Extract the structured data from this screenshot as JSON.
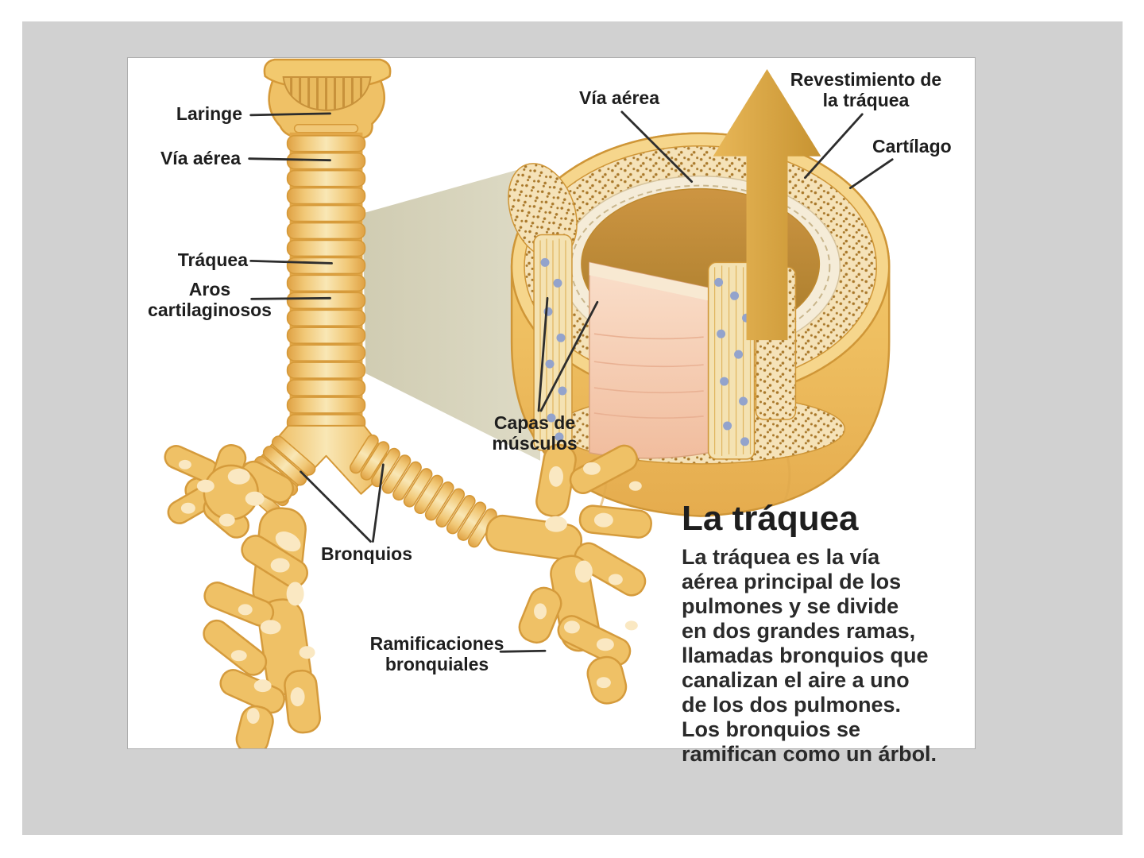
{
  "colors": {
    "slide_bg": "#d1d1d1",
    "label_text": "#1e1e1e",
    "body_text": "#2a2a2a",
    "gold": "#efc166",
    "gold_dark": "#d59938",
    "cream_hole": "#fae8c2",
    "cartilage_stipple_bg": "#f5e2b8",
    "cartilage_stipple_dot": "#a9782a",
    "muscle_pink": "#f5cfb4",
    "muscle_blue_dot": "#93a3cc",
    "lumen_brown": "#c08834",
    "zoom_wedge": "#d5d1b8",
    "leader_line": "#2d2d2d"
  },
  "diagram": {
    "labels": {
      "laringe": "Laringe",
      "via_aerea_left": "Vía aérea",
      "traquea": "Tráquea",
      "aros_cartilaginosos": "Aros cartilaginosos",
      "bronquios": "Bronquios",
      "ramificaciones_bronquiales": "Ramificaciones bronquiales",
      "via_aerea_right": "Vía aérea",
      "revestimiento": "Revestimiento de la tráquea",
      "cartilago": "Cartílago",
      "capas_de_musculos": "Capas de músculos"
    }
  },
  "info": {
    "title": "La tráquea",
    "body_lines": [
      "La tráquea es la vía",
      "aérea principal de los",
      "pulmones y se divide",
      "en dos grandes ramas,",
      "llamadas bronquios que",
      "canalizan el aire a uno",
      "de los dos pulmones.",
      "Los bronquios se",
      "ramifican como un árbol."
    ]
  }
}
